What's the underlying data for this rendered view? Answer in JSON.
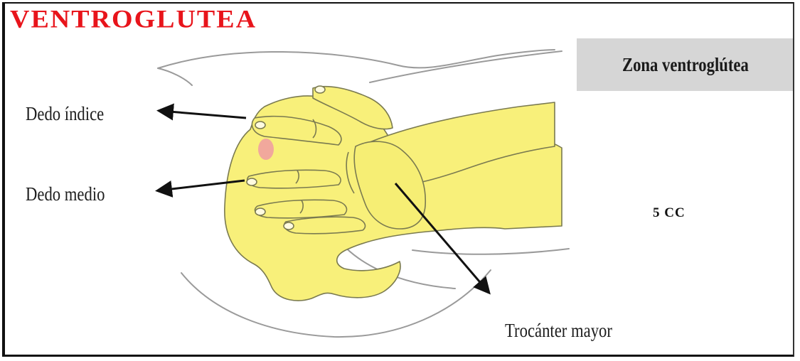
{
  "title": "VENTROGLUTEA",
  "zone_label": "Zona ventroglútea",
  "labels": {
    "index_finger": "Dedo índice",
    "middle_finger": "Dedo medio",
    "greater_trochanter": "Trocánter mayor"
  },
  "dose": "5 CC",
  "colors": {
    "title": "#e8141b",
    "hand_fill": "#f8f07a",
    "zone_box": "#d6d6d6",
    "injection_site": "#f0a0a0"
  }
}
